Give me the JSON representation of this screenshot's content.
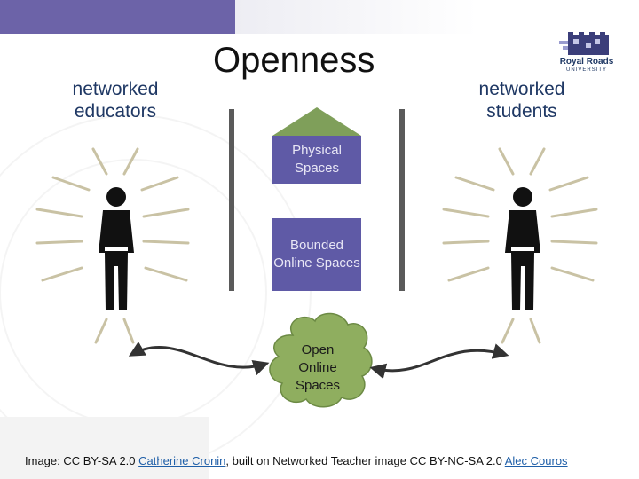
{
  "slide": {
    "title": "Openness",
    "left_label": "networked educators",
    "right_label": "networked students",
    "physical_spaces": "Physical Spaces",
    "bounded_online_spaces": "Bounded Online Spaces",
    "open_online_spaces": "Open Online Spaces"
  },
  "logo": {
    "name": "Royal Roads",
    "subtitle": "UNIVERSITY"
  },
  "caption": {
    "prefix": "Image: CC BY-SA 2.0 ",
    "author_link": "Catherine Cronin",
    "middle": ", built on Networked Teacher image CC BY-NC-SA 2.0 ",
    "source_link": "Alec Couros"
  },
  "colors": {
    "header_bar": "#6c63a8",
    "box_fill": "#5f5aa6",
    "roof_green": "#7f9f5a",
    "cloud_green": "#8fae5f",
    "label_blue": "#1f3864"
  }
}
